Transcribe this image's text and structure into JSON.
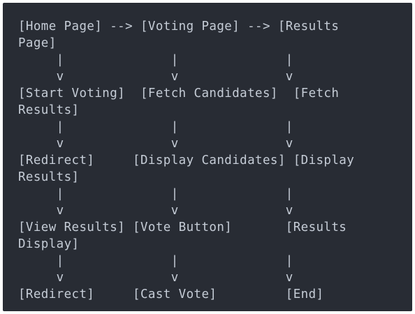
{
  "code_block": {
    "lines": [
      "[Home Page] --> [Voting Page] --> [Results",
      "Page]",
      "     |              |              |",
      "     v              v              v",
      "[Start Voting]  [Fetch Candidates]  [Fetch",
      "Results]",
      "     |              |              |",
      "     v              v              v",
      "[Redirect]     [Display Candidates] [Display",
      "Results]",
      "     |              |              |",
      "     v              v              v",
      "[View Results] [Vote Button]       [Results",
      "Display]",
      "     |              |              |",
      "     v              v              v",
      "[Redirect]     [Cast Vote]         [End]"
    ]
  }
}
